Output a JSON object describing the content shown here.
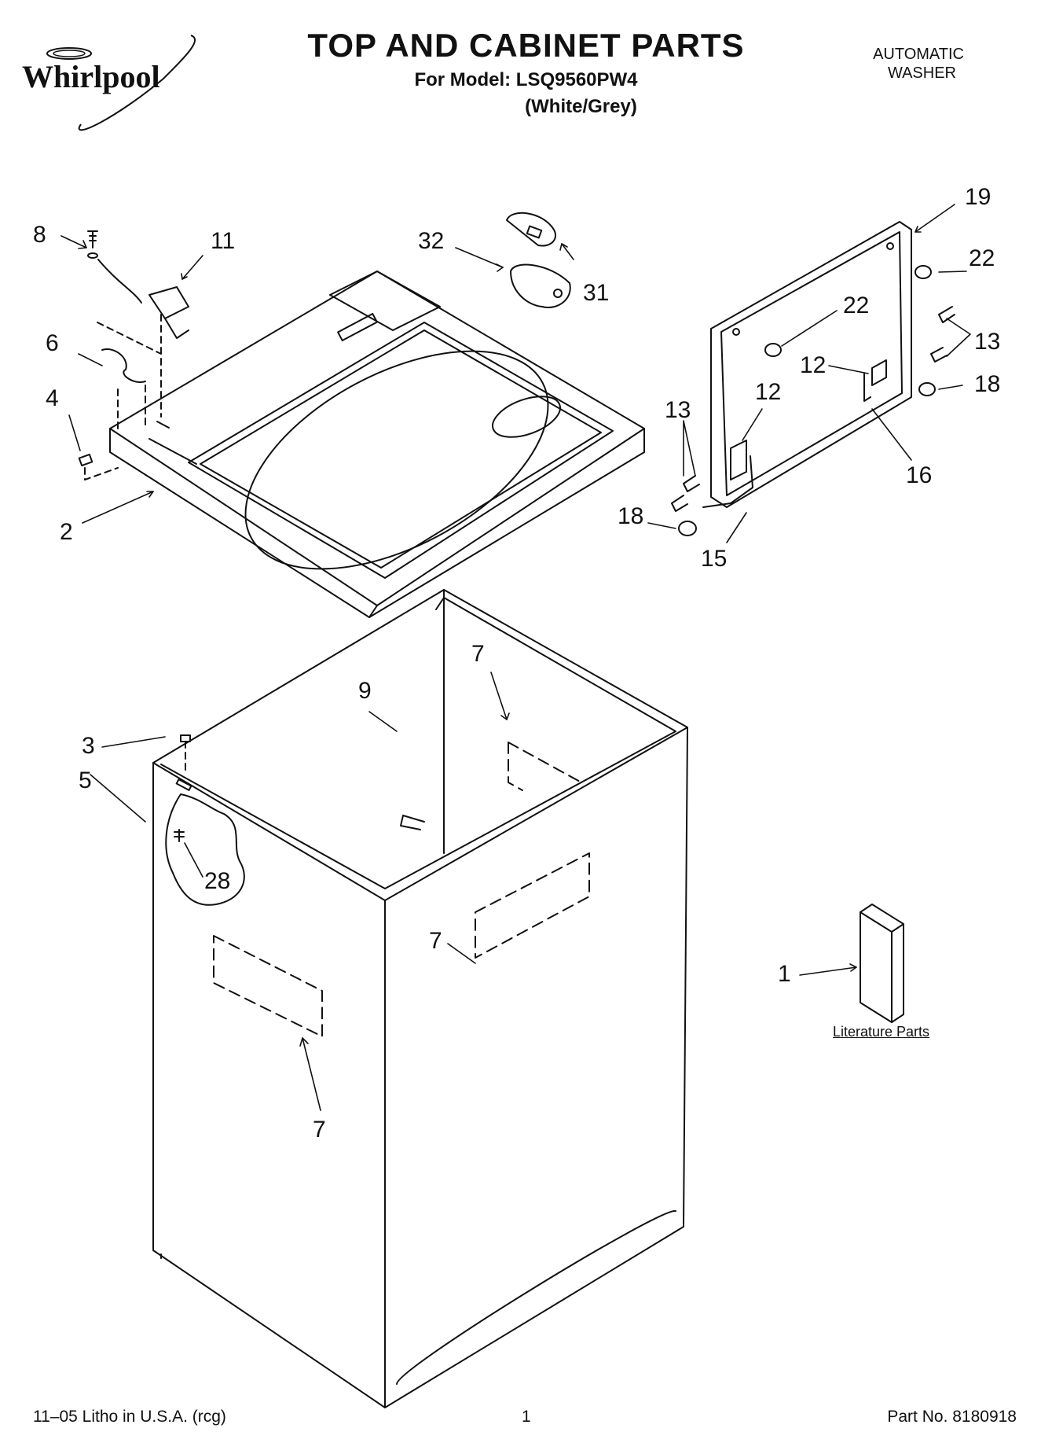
{
  "brand": {
    "logo_text": "Whirlpool"
  },
  "header": {
    "title": "TOP AND CABINET PARTS",
    "model_line": "For Model: LSQ9560PW4",
    "variant": "(White/Grey)",
    "product_type_line1": "AUTOMATIC",
    "product_type_line2": "WASHER"
  },
  "callouts": {
    "c8": "8",
    "c11": "11",
    "c6": "6",
    "c4": "4",
    "c2": "2",
    "c32": "32",
    "c31": "31",
    "c19": "19",
    "c22a": "22",
    "c22b": "22",
    "c13a": "13",
    "c12a": "12",
    "c18a": "18",
    "c16": "16",
    "c13b": "13",
    "c12b": "12",
    "c18b": "18",
    "c15": "15",
    "c7a": "7",
    "c9": "9",
    "c3": "3",
    "c5": "5",
    "c28": "28",
    "c7b": "7",
    "c7c": "7",
    "c1": "1"
  },
  "literature_label": "Literature Parts",
  "footer": {
    "print_info": "11–05 Litho in U.S.A. (rcg)",
    "page_number": "1",
    "part_number": "Part No. 8180918"
  }
}
